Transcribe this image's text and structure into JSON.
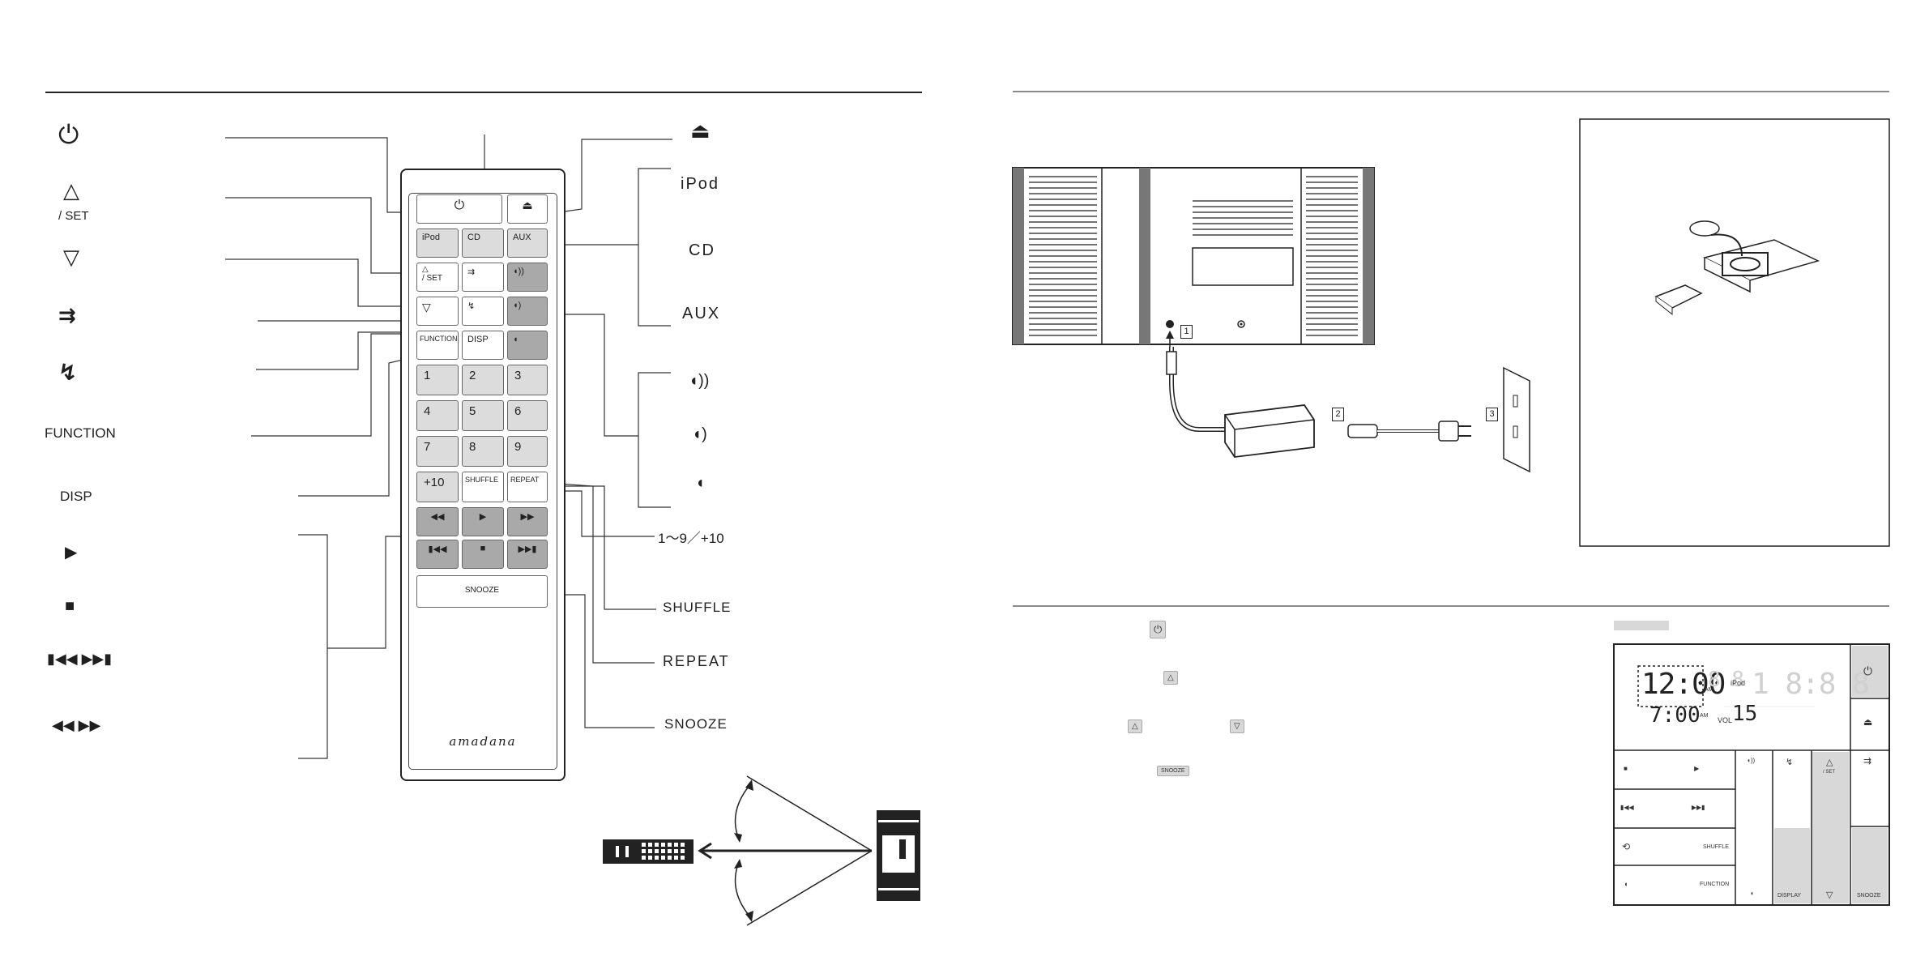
{
  "callouts_left": {
    "set_label": "/ SET",
    "function": "FUNCTION",
    "disp": "DISP"
  },
  "callouts_right": {
    "ipod": "iPod",
    "cd": "CD",
    "aux": "AUX",
    "numbers": "1～9／+10",
    "shuffle": "SHUFFLE",
    "repeat": "REPEAT",
    "snooze": "SNOOZE"
  },
  "icons": {
    "power": "power-icon",
    "eject": "eject-icon",
    "up": "up-triangle-icon",
    "down": "down-triangle-icon",
    "alarm": "alarm-icon",
    "sleep": "sleep-icon",
    "play": "play-icon",
    "stop": "stop-icon",
    "skip": "skip-icon",
    "seek": "seek-icon",
    "volume": "volume-icon"
  },
  "remote": {
    "ipod": "iPod",
    "cd": "CD",
    "aux": "AUX",
    "set": "/ SET",
    "function": "FUNCTION",
    "disp": "DISP",
    "n1": "1",
    "n2": "2",
    "n3": "3",
    "n4": "4",
    "n5": "5",
    "n6": "6",
    "n7": "7",
    "n8": "8",
    "n9": "9",
    "n10": "+10",
    "shuffle": "SHUFFLE",
    "repeat": "REPEAT",
    "snooze": "SNOOZE",
    "brand": "amadana"
  },
  "connection": {
    "step1": "1",
    "step2": "2",
    "step3": "3"
  },
  "steps": {
    "snooze_tag": "SNOOZE"
  },
  "device": {
    "lcd_time": "12:00",
    "lcd_ampm": "AM",
    "lcd_alarm": "7:00",
    "lcd_alarm_ampm": "AM",
    "lcd_source": "iPod",
    "lcd_vol_label": "VOL",
    "lcd_vol_value": "15",
    "lcd_right_ghost": "1 8:8 8",
    "lcd_ghost_small": "8 8",
    "set_label": "/ SET",
    "shuffle": "SHUFFLE",
    "function": "FUNCTION",
    "display": "DISPLAY",
    "snooze": "SNOOZE"
  }
}
